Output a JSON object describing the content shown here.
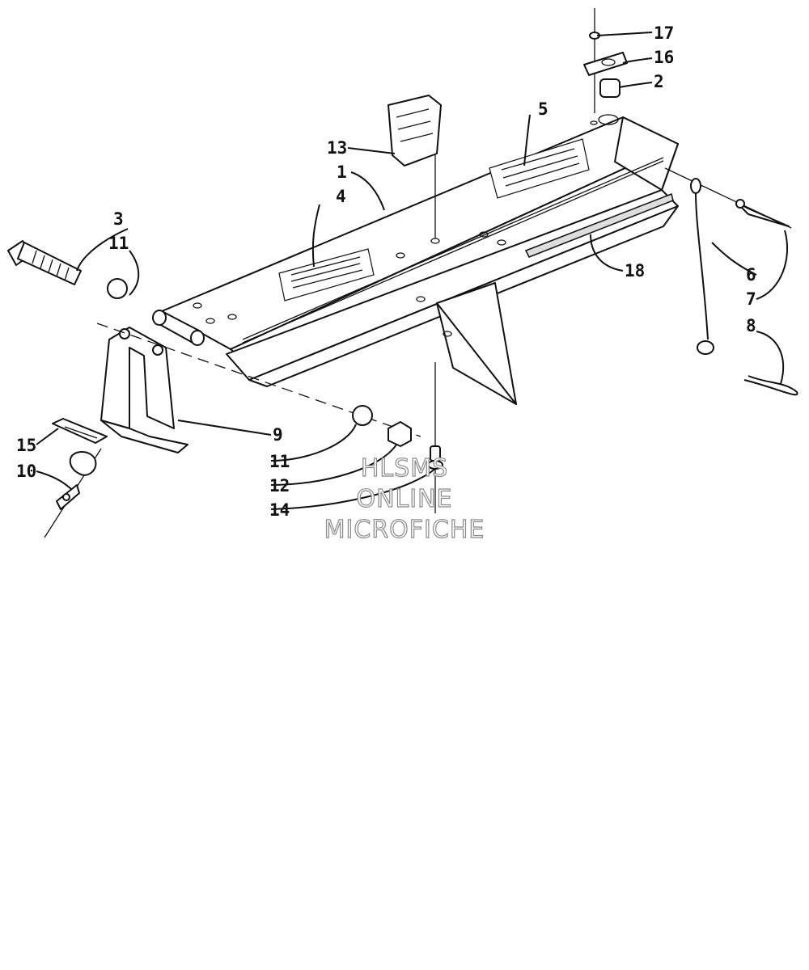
{
  "callouts": [
    {
      "id": "c1",
      "label": "1"
    },
    {
      "id": "c2",
      "label": "2"
    },
    {
      "id": "c3",
      "label": "3"
    },
    {
      "id": "c4",
      "label": "4"
    },
    {
      "id": "c5",
      "label": "5"
    },
    {
      "id": "c6",
      "label": "6"
    },
    {
      "id": "c7",
      "label": "7"
    },
    {
      "id": "c8",
      "label": "8"
    },
    {
      "id": "c9",
      "label": "9"
    },
    {
      "id": "c10",
      "label": "10"
    },
    {
      "id": "c11a",
      "label": "11"
    },
    {
      "id": "c11b",
      "label": "11"
    },
    {
      "id": "c12",
      "label": "12"
    },
    {
      "id": "c13",
      "label": "13"
    },
    {
      "id": "c14",
      "label": "14"
    },
    {
      "id": "c15",
      "label": "15"
    },
    {
      "id": "c16",
      "label": "16"
    },
    {
      "id": "c17",
      "label": "17"
    },
    {
      "id": "c18",
      "label": "18"
    }
  ],
  "watermark": {
    "line1": "HLSMS",
    "line2": "ONLINE",
    "line3": "MICROFICHE"
  }
}
